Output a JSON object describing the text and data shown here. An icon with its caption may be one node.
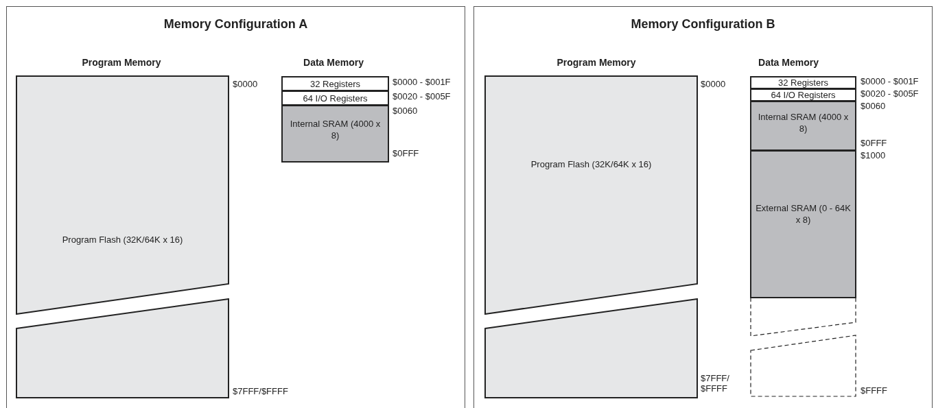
{
  "diagram": {
    "nodes": [
      {
        "text": [
          "Memory Configuration A"
        ]
      },
      {
        "text": [
          "Program Flash (32K/64K x 16)"
        ],
        "in": 0,
        "beside": [
          "$0000"
        ]
      },
      {
        "text": [],
        "shape": "box",
        "in": 0,
        "beside": [
          "$7FFF/$FFFF"
        ]
      },
      {
        "text": [
          "32 Registers"
        ],
        "in": 0,
        "beside": [
          "$0000 - $001F"
        ]
      },
      {
        "text": [
          "64 I/O Registers"
        ],
        "in": 0,
        "beside": [
          "$0020 - $005F"
        ]
      },
      {
        "text": [
          "Internal SRAM (4000 x 8)"
        ],
        "in": 0,
        "beside": [
          "$0060",
          "$0FFF"
        ]
      },
      {
        "text": [
          "Memory Configuration B"
        ]
      },
      {
        "text": [
          "Program Flash (32K/64K x 16)"
        ],
        "in": 6,
        "beside": [
          "$0000"
        ]
      },
      {
        "text": [],
        "shape": "box",
        "in": 6,
        "beside": [
          "$7FFF/ $FFFF"
        ]
      },
      {
        "text": [
          "32 Registers"
        ],
        "in": 6,
        "beside": [
          "$0000 - $001F"
        ]
      },
      {
        "text": [
          "64 I/O Registers"
        ],
        "in": 6,
        "beside": [
          "$0020 - $005F"
        ]
      },
      {
        "text": [
          "Internal SRAM (4000 x 8)"
        ],
        "in": 6,
        "beside": [
          "$0060",
          "$0FFF"
        ]
      },
      {
        "text": [
          "External SRAM (0 - 64K x 8)"
        ],
        "in": 6,
        "beside": [
          "$1000"
        ]
      },
      {
        "text": [],
        "shape": "box",
        "in": 6
      },
      {
        "text": [],
        "shape": "box",
        "in": 6,
        "beside": [
          "$FFFF"
        ]
      }
    ],
    "edges": [],
    "labels": [
      "Program Memory",
      "Data Memory",
      "Program Memory",
      "Data Memory"
    ]
  }
}
